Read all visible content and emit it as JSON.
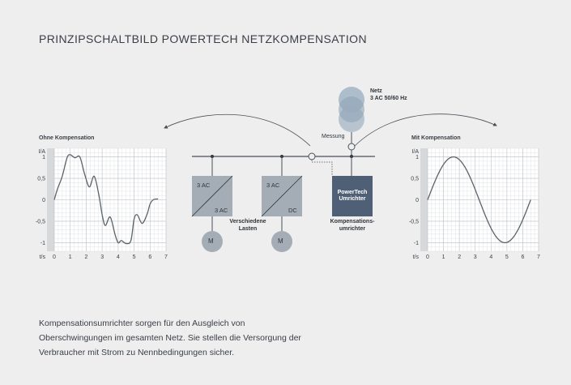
{
  "title": "PRINZIPSCHALTBILD POWERTECH NETZKOMPENSATION",
  "grid": {
    "netz_label": "Netz",
    "netz_spec": "3 AC 50/60 Hz",
    "messung_label": "Messung",
    "converters": [
      {
        "top_label": "3 AC",
        "bottom_label": "3 AC",
        "motor_label": "M"
      },
      {
        "top_label": "3 AC",
        "bottom_label": "DC",
        "motor_label": "M"
      }
    ],
    "loads_label_line1": "Verschiedene",
    "loads_label_line2": "Lasten",
    "powertech_line1": "PowerTech",
    "powertech_line2": "Umrichter",
    "kompensation_line1": "Kompensations-",
    "kompensation_line2": "umrichter"
  },
  "colors": {
    "converter_box": "#a4adb5",
    "powertech_box": "#4f5f75",
    "transformer": "#a9b9c8",
    "curve": "#5d636a",
    "grid_bg": "#ffffff"
  },
  "chart_data": [
    {
      "type": "line",
      "title": "Ohne Kompensation",
      "xlabel": "t/s",
      "ylabel": "I/A",
      "x_ticks": [
        "0",
        "1",
        "2",
        "3",
        "4",
        "5",
        "6",
        "7"
      ],
      "y_ticks": [
        "1",
        "0,5",
        "0",
        "-0,5",
        "-1"
      ],
      "xlim": [
        0,
        7
      ],
      "ylim": [
        -1.2,
        1.2
      ],
      "grid": true,
      "series": [
        {
          "x": [
            0,
            0.2,
            0.5,
            0.8,
            1.0,
            1.3,
            1.6,
            1.9,
            2.2,
            2.5,
            2.8,
            3.0,
            3.2,
            3.5,
            3.8,
            4.0,
            4.2,
            4.5,
            4.8,
            5.0,
            5.2,
            5.5,
            5.8,
            6.0,
            6.2,
            6.5
          ],
          "y": [
            0,
            0.25,
            0.55,
            0.98,
            1.05,
            0.98,
            1.0,
            0.6,
            0.3,
            0.55,
            0.1,
            -0.35,
            -0.6,
            -0.4,
            -0.8,
            -1.0,
            -0.95,
            -1.02,
            -0.95,
            -0.45,
            -0.35,
            -0.55,
            -0.35,
            -0.1,
            0.0,
            0.02
          ]
        }
      ]
    },
    {
      "type": "line",
      "title": "Mit Kompensation",
      "xlabel": "t/s",
      "ylabel": "I/A",
      "x_ticks": [
        "0",
        "1",
        "2",
        "3",
        "4",
        "5",
        "6",
        "7"
      ],
      "y_ticks": [
        "1",
        "0,5",
        "0",
        "-0,5",
        "-1"
      ],
      "xlim": [
        0,
        7
      ],
      "ylim": [
        -1.2,
        1.2
      ],
      "grid": true,
      "series": [
        {
          "function": "sine",
          "amplitude": 1,
          "period": 6.5
        }
      ]
    }
  ],
  "caption": "Kompensationsumrichter sorgen für den Ausgleich von Oberschwingungen im gesamten Netz. Sie stellen die Versorgung der Verbraucher mit Strom zu Nennbedingungen sicher."
}
